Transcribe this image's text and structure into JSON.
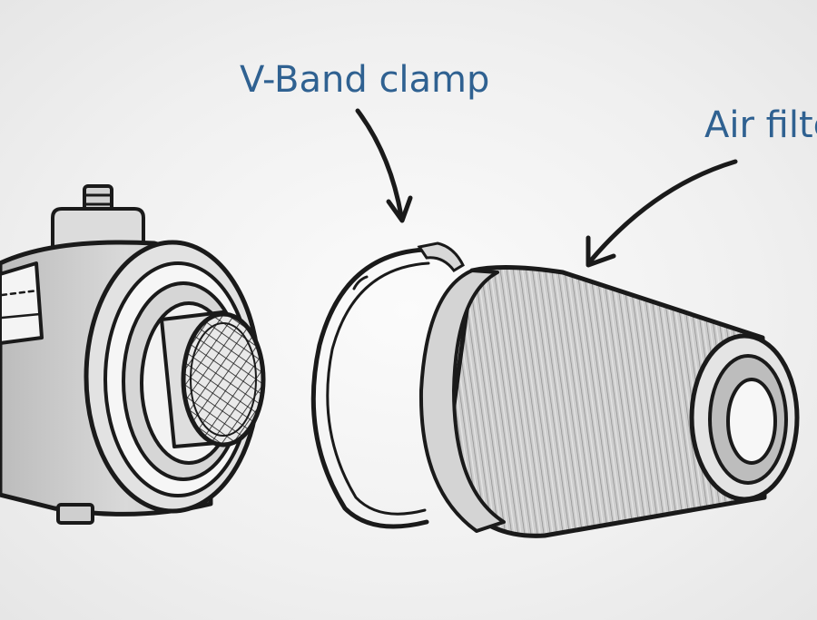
{
  "labels": {
    "clamp": "V-Band clamp",
    "filter": "Air filte"
  },
  "colors": {
    "label": "#2f6191",
    "outline": "#1a1a1a",
    "background": "#f1f1f1",
    "body_fill": "#d8d8d8",
    "filter_fill": "#cfcfcf"
  },
  "parts": [
    "intake-housing",
    "v-band-clamp",
    "cone-air-filter"
  ]
}
